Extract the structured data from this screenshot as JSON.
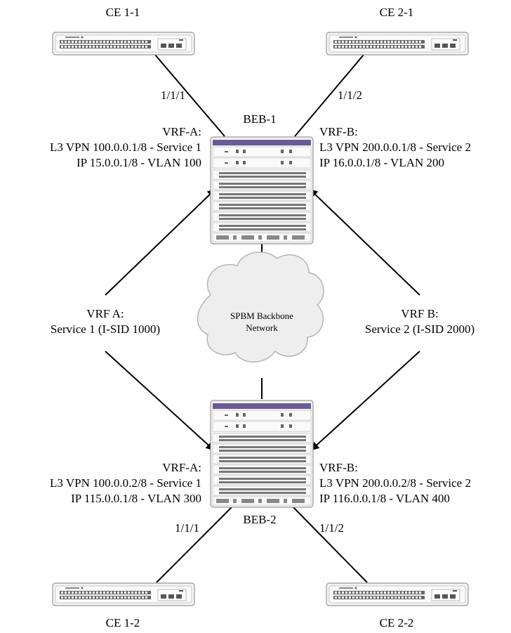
{
  "devices": {
    "ce11": {
      "label": "CE 1-1"
    },
    "ce21": {
      "label": "CE 2-1"
    },
    "ce12": {
      "label": "CE 1-2"
    },
    "ce22": {
      "label": "CE 2-2"
    },
    "beb1": {
      "label": "BEB-1"
    },
    "beb2": {
      "label": "BEB-2"
    }
  },
  "ports": {
    "beb1_left": "1/1/1",
    "beb1_right": "1/1/2",
    "beb2_left": "1/1/1",
    "beb2_right": "1/1/2"
  },
  "beb1_vrf_a": {
    "title": "VRF-A:",
    "line1": "L3 VPN 100.0.0.1/8 - Service 1",
    "line2": "IP 15.0.0.1/8 - VLAN 100"
  },
  "beb1_vrf_b": {
    "title": "VRF-B:",
    "line1": "L3 VPN 200.0.0.1/8 - Service 2",
    "line2": "IP 16.0.0.1/8 - VLAN 200"
  },
  "beb2_vrf_a": {
    "title": "VRF-A:",
    "line1": "L3 VPN 100.0.0.2/8 - Service 1",
    "line2": "IP 115.0.0.1/8 - VLAN 300"
  },
  "beb2_vrf_b": {
    "title": "VRF-B:",
    "line1": "L3 VPN 200.0.0.2/8 - Service 2",
    "line2": "IP 116.0.0.1/8 - VLAN 400"
  },
  "service_a": {
    "title": "VRF A:",
    "line1": "Service 1 (I-SID 1000)"
  },
  "service_b": {
    "title": "VRF B:",
    "line1": "Service 2 (I-SID 2000)"
  },
  "cloud": {
    "line1": "SPBM Backbone",
    "line2": "Network"
  },
  "colors": {
    "chassis_header": "#6b5b95",
    "line": "#000000",
    "device_fill": "#f4f4f4"
  }
}
